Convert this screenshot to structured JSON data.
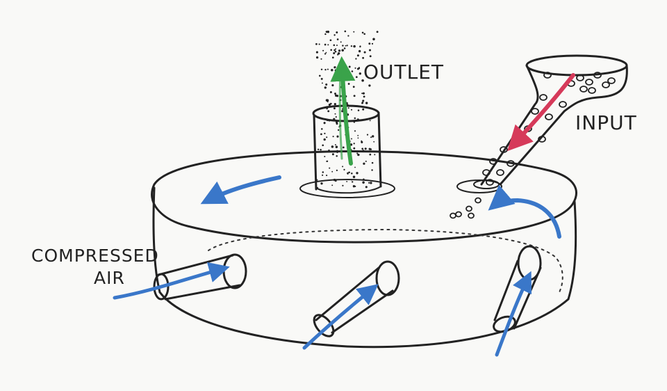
{
  "labels": {
    "outlet": "OUTLET",
    "input": "INPUT",
    "compressed_line1": "COMPRESSED",
    "compressed_line2": "AIR"
  },
  "colors": {
    "ink": "#222222",
    "air_arrows": "#3a77c9",
    "outlet_arrow": "#3aa34a",
    "input_arrow": "#d63a5a",
    "background": "#f9f9f7"
  },
  "icons": {
    "air_flow": "blue-arrow",
    "outlet_flow": "green-arrow",
    "input_flow": "red-arrow"
  }
}
